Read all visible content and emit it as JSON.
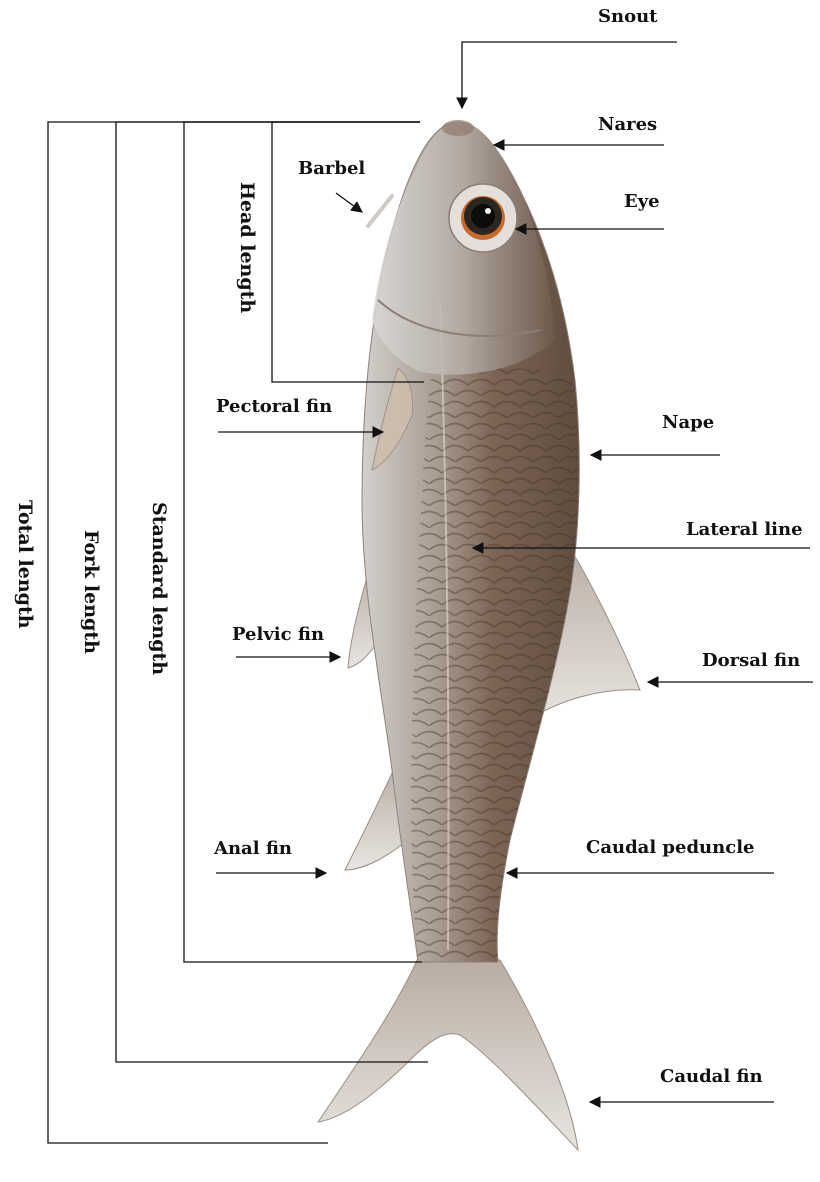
{
  "colors": {
    "ink": "#111111",
    "fish_body": "#8a7463",
    "fish_belly": "#c9c6c3",
    "fish_back": "#5a4a3e",
    "fin": "#d8d2cc",
    "eye_ring": "#c96a2a"
  },
  "labels": {
    "snout": "Snout",
    "nares": "Nares",
    "barbel": "Barbel",
    "eye": "Eye",
    "head_length": "Head length",
    "pectoral_fin": "Pectoral fin",
    "nape": "Nape",
    "lateral_line": "Lateral line",
    "standard_length": "Standard length",
    "fork_length": "Fork length",
    "total_length": "Total length",
    "pelvic_fin": "Pelvic fin",
    "dorsal_fin": "Dorsal fin",
    "anal_fin": "Anal fin",
    "caudal_peduncle": "Caudal peduncle",
    "caudal_fin": "Caudal fin"
  },
  "icons": {
    "specimen": "fish-illustration-icon",
    "pointer": "arrow-icon"
  }
}
